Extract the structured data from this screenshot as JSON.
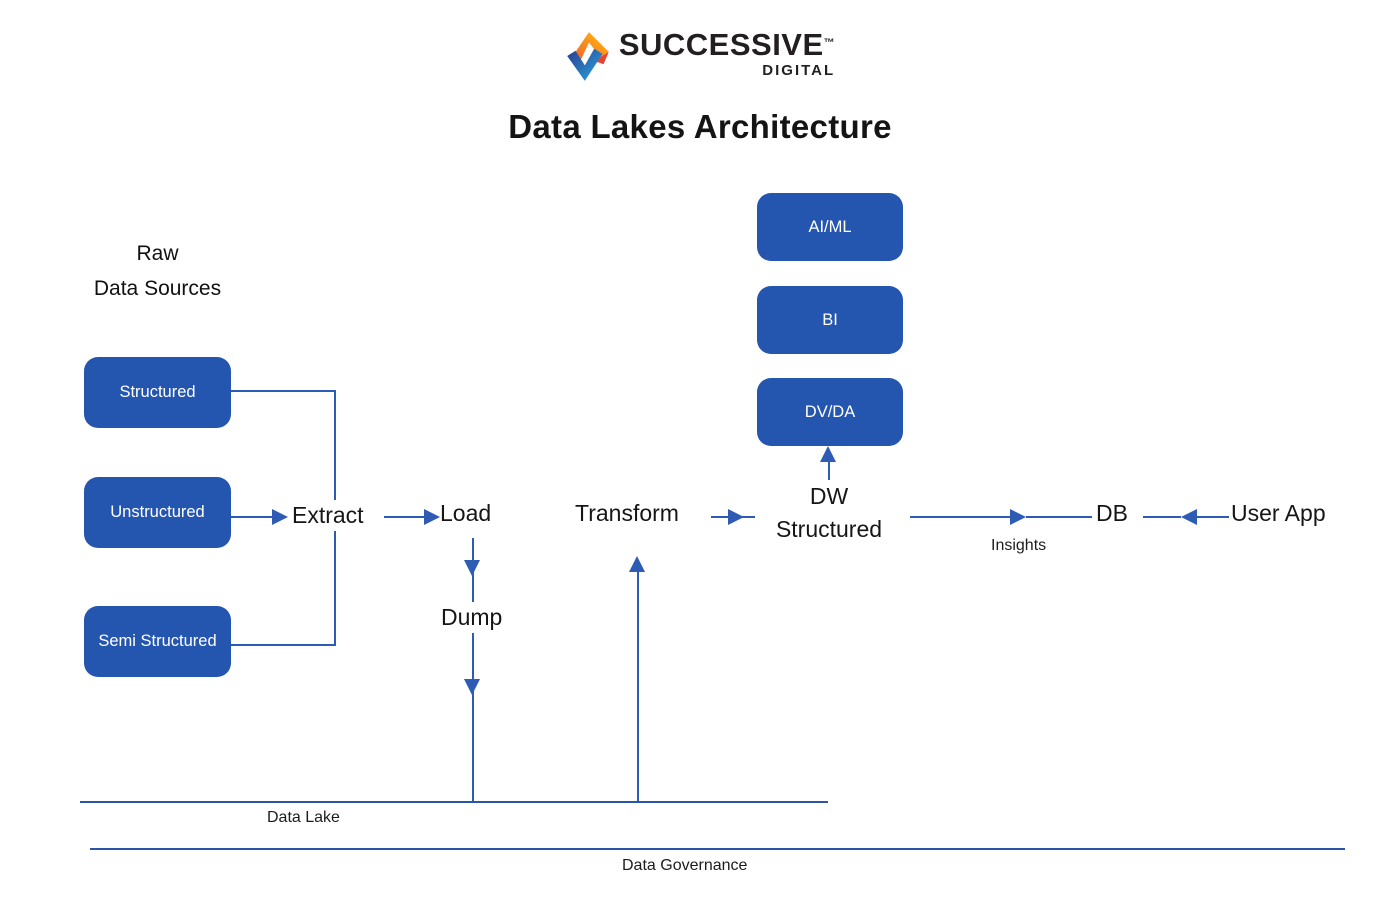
{
  "logo": {
    "brand": "SUCCESSIVE",
    "trademark": "™",
    "subtitle": "DIGITAL"
  },
  "title": "Data Lakes Architecture",
  "colors": {
    "box_blue": "#2556AF",
    "line_blue": "#2E5CB4",
    "rule_blue": "#2B55A8",
    "text_dark": "#1A1A1A",
    "box_text": "#FFFFFF",
    "logo_text": "#231F20",
    "logo_orange": "#F1592A",
    "logo_yellow": "#FFC110",
    "logo_red": "#E8432E",
    "logo_blue_dark": "#2B3990",
    "logo_blue_light": "#29ABE1"
  },
  "raw_sources": {
    "heading_line1": "Raw",
    "heading_line2": "Data Sources",
    "boxes": [
      "Structured",
      "Unstructured",
      "Semi Structured"
    ]
  },
  "pipeline": {
    "extract": "Extract",
    "load": "Load",
    "dump": "Dump",
    "transform": "Transform",
    "dw_line1": "DW",
    "dw_line2": "Structured",
    "insights": "Insights",
    "db": "DB",
    "user_app": "User App"
  },
  "outputs": {
    "boxes": [
      "AI/ML",
      "BI",
      "DV/DA"
    ]
  },
  "zones": {
    "data_lake": "Data Lake",
    "data_governance": "Data Governance"
  }
}
